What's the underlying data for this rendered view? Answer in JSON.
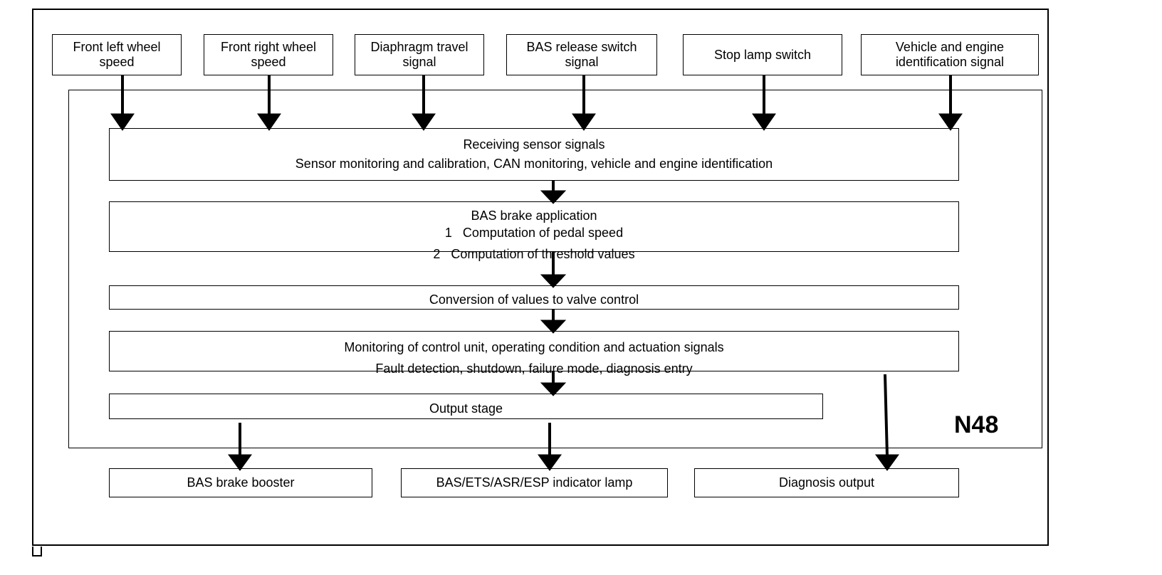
{
  "inputs": [
    {
      "line1": "Front left wheel",
      "line2": "speed"
    },
    {
      "line1": "Front right wheel",
      "line2": "speed"
    },
    {
      "line1": "Diaphragm travel",
      "line2": "signal"
    },
    {
      "line1": "BAS release switch",
      "line2": "signal"
    },
    {
      "line1": "Stop lamp switch",
      "line2": ""
    },
    {
      "line1": "Vehicle and engine",
      "line2": "identification signal"
    }
  ],
  "stages": {
    "receiving": {
      "title": "Receiving sensor signals",
      "subtitle": "Sensor monitoring and calibration, CAN monitoring, vehicle and engine identification"
    },
    "bas_application": {
      "title": "BAS brake application",
      "item1": "1   Computation of pedal speed",
      "item2": "2   Computation of threshold values"
    },
    "conversion": {
      "title": "Conversion of values to valve control"
    },
    "monitoring": {
      "title": "Monitoring of control unit, operating condition and actuation signals",
      "subtitle": "Fault detection, shutdown, failure mode, diagnosis entry"
    },
    "output_stage": {
      "title": "Output stage"
    }
  },
  "control_unit_label": "N48",
  "outputs": [
    {
      "label": "BAS brake booster"
    },
    {
      "label": "BAS/ETS/ASR/ESP indicator lamp"
    },
    {
      "label": "Diagnosis output"
    }
  ]
}
